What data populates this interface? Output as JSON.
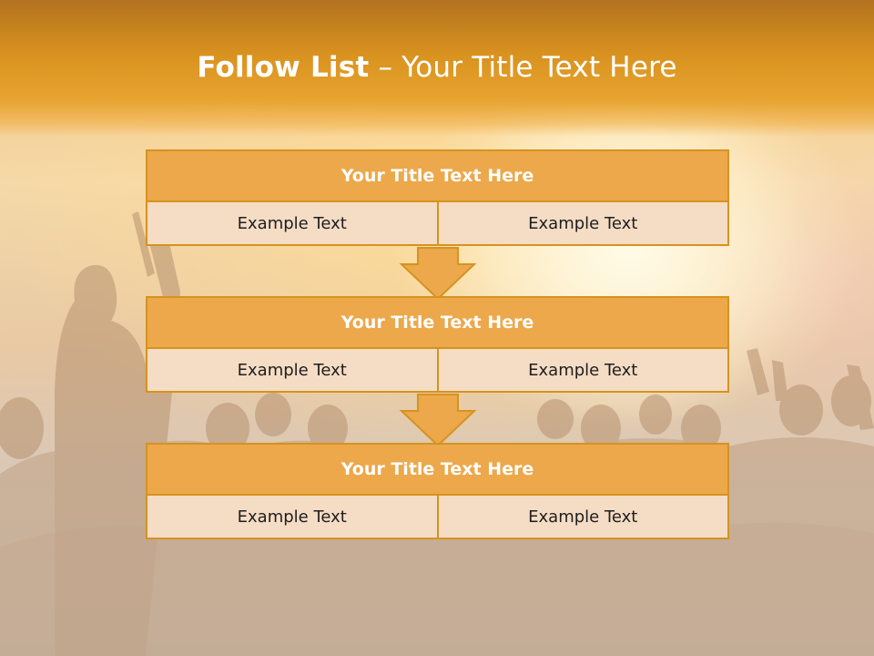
{
  "slide": {
    "title_strong": "Follow List",
    "title_separator": " – ",
    "title_rest": "Your Title Text Here"
  },
  "blocks": [
    {
      "title": "Your Title Text Here",
      "left": "Example Text",
      "right": "Example Text"
    },
    {
      "title": "Your Title Text Here",
      "left": "Example Text",
      "right": "Example Text"
    },
    {
      "title": "Your Title Text Here",
      "left": "Example Text",
      "right": "Example Text"
    }
  ],
  "colors": {
    "header": "#d9921f",
    "block_title": "#eca84a",
    "block_cell": "#f5dcc4",
    "border": "#d5931f",
    "arrow": "#eca84a"
  },
  "icons": {
    "connector": "down-arrow-icon",
    "background": "concert-crowd-photo"
  }
}
